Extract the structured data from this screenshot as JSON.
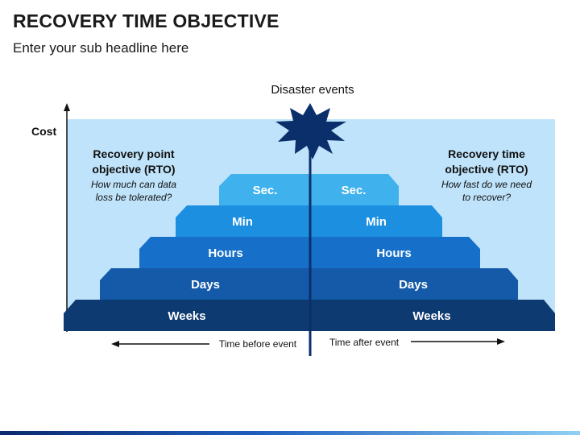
{
  "header": {
    "title": "RECOVERY TIME OBJECTIVE",
    "subtitle": "Enter your sub headline here"
  },
  "diagram": {
    "event_label": "Disaster events",
    "y_axis_label": "Cost",
    "left_panel": {
      "title_line1": "Recovery point",
      "title_line2": "objective (RTO)",
      "question_line1": "How much can data",
      "question_line2": "loss be tolerated?"
    },
    "right_panel": {
      "title_line1": "Recovery time",
      "title_line2": "objective (RTO)",
      "question_line1": "How fast do we need",
      "question_line2": "to recover?"
    },
    "tiers": [
      {
        "left": "Sec.",
        "right": "Sec."
      },
      {
        "left": "Min",
        "right": "Min"
      },
      {
        "left": "Hours",
        "right": "Hours"
      },
      {
        "left": "Days",
        "right": "Days"
      },
      {
        "left": "Weeks",
        "right": "Weeks"
      }
    ],
    "time_before": "Time before event",
    "time_after": "Time after event"
  },
  "colors": {
    "background_panel": "#bfe3fb",
    "tier_1": "#3fb2ee",
    "tier_2": "#1c8fe0",
    "tier_3": "#1670c9",
    "tier_4": "#145aa8",
    "tier_5": "#0e3a72",
    "star": "#0b2f6b"
  }
}
